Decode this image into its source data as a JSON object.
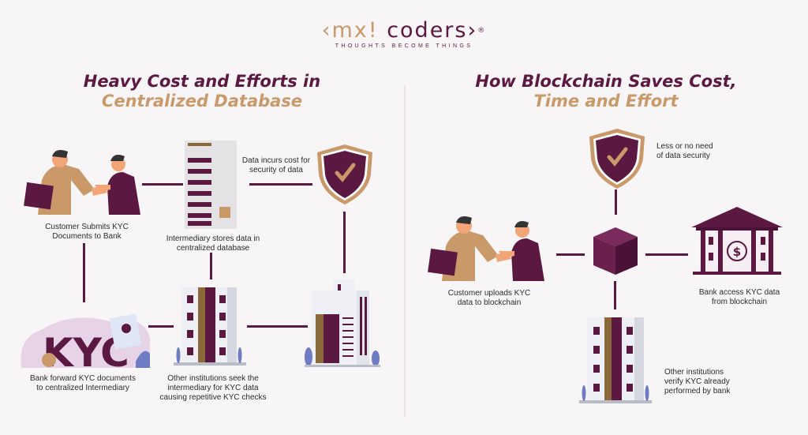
{
  "brand": {
    "logo_left": "‹mx! ",
    "logo_right": "coders›",
    "registered": "®",
    "tagline": "THOUGHTS BECOME THINGS"
  },
  "colors": {
    "primary": "#5b1841",
    "accent": "#c9996a",
    "background": "#f8f5f7"
  },
  "left_panel": {
    "title_line1": "Heavy Cost and Efforts in",
    "title_line2": "Centralized Database",
    "nodes": [
      {
        "id": "customer",
        "icon": "handshake-illustration",
        "caption_l1": "Customer Submits KYC",
        "caption_l2": "Documents to Bank"
      },
      {
        "id": "intermediary",
        "icon": "server-rack-illustration",
        "caption_l1": "Intermediary stores data in",
        "caption_l2": "centralized database"
      },
      {
        "id": "security",
        "icon": "shield-check-icon",
        "caption_l1": "Data incurs cost for",
        "caption_l2": "security of data"
      },
      {
        "id": "kyc",
        "icon": "kyc-illustration",
        "caption_l1": "Bank forward KYC documents",
        "caption_l2": "to centralized Intermediary"
      },
      {
        "id": "institutions",
        "icon": "building-illustration",
        "caption_l1": "Other institutions seek the",
        "caption_l2": "intermediary for KYC data",
        "caption_l3": "causing repetitive KYC checks"
      },
      {
        "id": "office",
        "icon": "office-building-illustration"
      }
    ]
  },
  "right_panel": {
    "title_line1": "How Blockchain Saves Cost,",
    "title_line2": "Time and Effort",
    "nodes": [
      {
        "id": "security",
        "icon": "shield-check-icon",
        "caption_l1": "Less or no need",
        "caption_l2": "of data security"
      },
      {
        "id": "customer",
        "icon": "handshake-illustration",
        "caption_l1": "Customer uploads KYC",
        "caption_l2": "data to blockchain"
      },
      {
        "id": "blockchain",
        "icon": "cube-icon"
      },
      {
        "id": "bank",
        "icon": "bank-icon",
        "dollar": "$",
        "caption_l1": "Bank access KYC data",
        "caption_l2": "from blockchain"
      },
      {
        "id": "institutions",
        "icon": "building-illustration",
        "caption_l1": "Other institutions",
        "caption_l2": "verify KYC already",
        "caption_l3": "performed by bank"
      }
    ]
  }
}
